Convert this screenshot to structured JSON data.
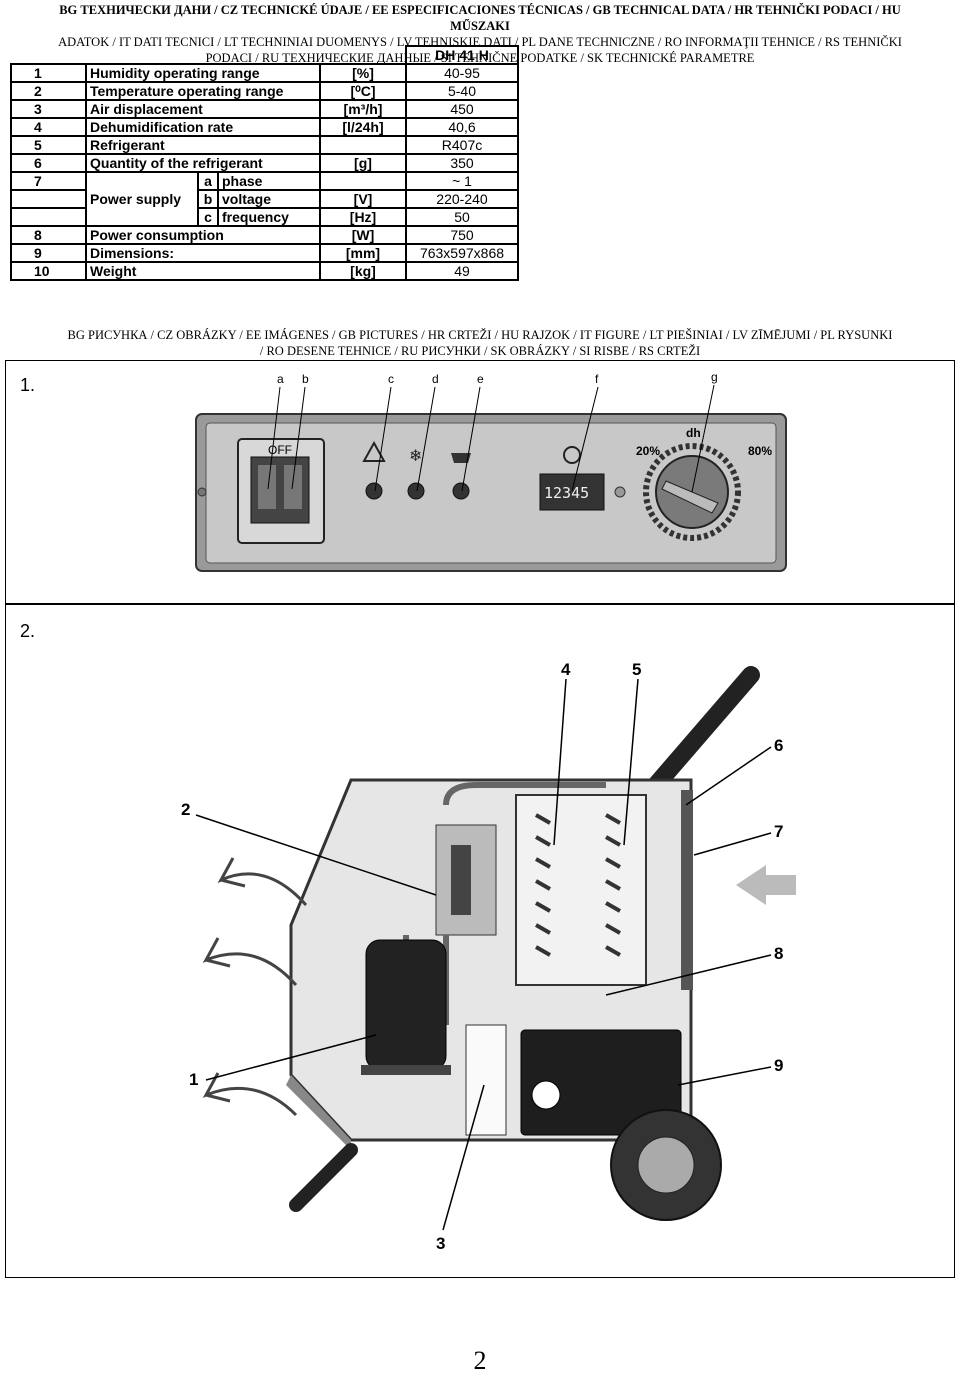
{
  "header": {
    "line1": "BG ТЕХНИЧЕСКИ ДАНИ / CZ TECHNICKÉ ÚDAJE / EE ESPECIFICACIONES TÉCNICAS / GB TECHNICAL DATA / HR TEHNIČKI PODACI / HU MŰSZAKI",
    "line2": "ADATOK / IT DATI TECNICI / LT TECHNINIAI DUOMENYS / LV TEHNISKIE DATI / PL DANE TECHNICZNE / RO INFORMAŢII TEHNICE / RS TEHNIČKI",
    "line3": "PODACI / RU ТЕХНИЧЕСКИЕ ДАННЫЕ / SI TEHNIČNE PODATKE / SK TECHNICKÉ PARAMETRE"
  },
  "spec_table": {
    "model": "DH 41 H",
    "rows": [
      {
        "n": "1",
        "desc": "Humidity operating range",
        "unit": "[%]",
        "value": "40-95"
      },
      {
        "n": "2",
        "desc": "Temperature operating range",
        "unit": "[⁰C]",
        "value": "5-40"
      },
      {
        "n": "3",
        "desc": "Air displacement",
        "unit": "[m³/h]",
        "value": "450"
      },
      {
        "n": "4",
        "desc": "Dehumidification rate",
        "unit": "[l/24h]",
        "value": "40,6"
      },
      {
        "n": "5",
        "desc": "Refrigerant",
        "unit": "",
        "value": "R407c"
      },
      {
        "n": "6",
        "desc": "Quantity of the refrigerant",
        "unit": "[g]",
        "value": "350"
      }
    ],
    "power": {
      "n": "7",
      "label": "Power supply",
      "sub": [
        {
          "letter": "a",
          "desc": "phase",
          "unit": "",
          "value": "~ 1"
        },
        {
          "letter": "b",
          "desc": "voltage",
          "unit": "[V]",
          "value": "220-240"
        },
        {
          "letter": "c",
          "desc": "frequency",
          "unit": "[Hz]",
          "value": "50"
        }
      ]
    },
    "rows2": [
      {
        "n": "8",
        "desc": "Power consumption",
        "unit": "[W]",
        "value": "750"
      },
      {
        "n": "9",
        "desc": "Dimensions:",
        "unit": "[mm]",
        "value": "763x597x868"
      },
      {
        "n": "10",
        "desc": "Weight",
        "unit": "[kg]",
        "value": "49"
      }
    ]
  },
  "pictures_header": {
    "line1": "BG РИСУНКА / CZ OBRÁZKY / EE IMÁGENES / GB PICTURES / HR CRTEŽI / HU RAJZOK / IT FIGURE / LT PIEŠINIAI / LV ZĪMĒJUMI / PL RYSUNKI",
    "line2": "/ RO DESENE TEHNICE / RU РИСУНКИ / SK OBRÁZKY / SI RISBE / RS CRTEŽI"
  },
  "figure1": {
    "number": "1.",
    "callouts": [
      "a",
      "b",
      "c",
      "d",
      "e",
      "f",
      "g"
    ],
    "panel": {
      "off_label": "OFF",
      "dh_label": "dh",
      "min_label": "20%",
      "max_label": "80%",
      "timer_digits": "12345"
    }
  },
  "figure2": {
    "number": "2.",
    "callouts": [
      "1",
      "2",
      "3",
      "4",
      "5",
      "6",
      "7",
      "8",
      "9"
    ]
  },
  "page_number": "2"
}
